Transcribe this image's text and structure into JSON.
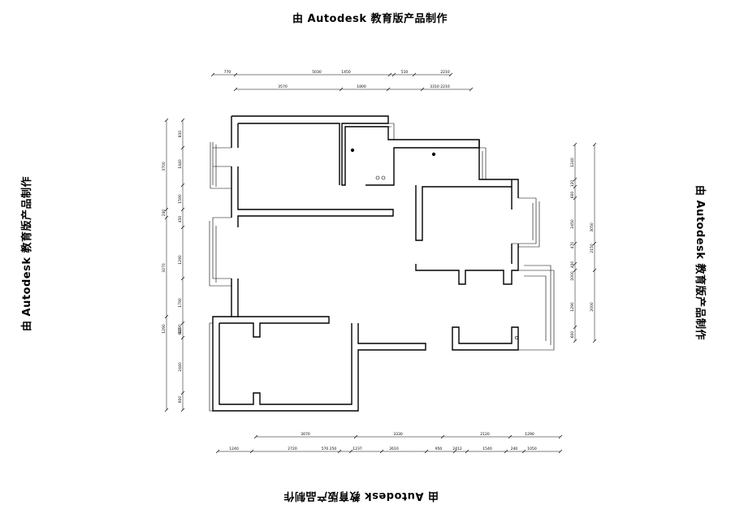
{
  "watermark": {
    "top": "由 Autodesk 教育版产品制作",
    "bottom": "由 Autodesk 教育版产品制作",
    "left": "由 Autodesk 教育版产品制作",
    "right": "由 Autodesk 教育版产品制作"
  },
  "dimensions": {
    "top_row1": [
      "770",
      "5030",
      "1450",
      "510",
      "2210"
    ],
    "top_row2": [
      "3570",
      "1800",
      "3310",
      "2210"
    ],
    "left_outer": [
      "3700",
      "240",
      "3270",
      "1290"
    ],
    "left_inner": [
      "810",
      "1440",
      "1590",
      "450",
      "1290",
      "1790",
      "600",
      "1290",
      "2440",
      "600"
    ],
    "right_inner": [
      "1240",
      "120",
      "600",
      "2450",
      "470",
      "400",
      "2000",
      "1290",
      "600"
    ],
    "right_outer": [
      "3050",
      "2150",
      "2000"
    ],
    "bottom_row1": [
      "3070",
      "3330",
      "2120",
      "1290"
    ],
    "bottom_row2": [
      "1240",
      "2720",
      "570",
      "250",
      "1237",
      "2610",
      "950",
      "2412",
      "1540",
      "240",
      "1050"
    ]
  }
}
